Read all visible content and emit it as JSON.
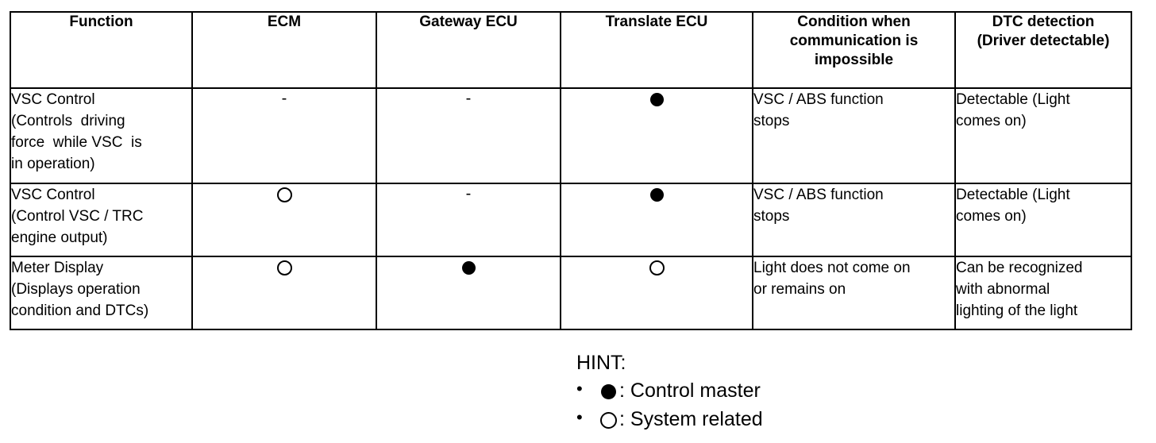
{
  "table": {
    "columns": [
      "Function",
      "ECM",
      "Gateway ECU",
      "Translate ECU",
      "Condition when communication is impossible",
      "DTC detection (Driver detectable)"
    ],
    "column_header_lines": [
      [
        "Function"
      ],
      [
        "ECM"
      ],
      [
        "Gateway ECU"
      ],
      [
        "Translate ECU"
      ],
      [
        "Condition when",
        "communication is",
        "impossible"
      ],
      [
        "DTC detection",
        "(Driver detectable)"
      ]
    ],
    "rows": [
      {
        "function_lines": [
          "VSC Control",
          "(Controls  driving",
          "force  while VSC  is",
          "in operation)"
        ],
        "ecm": "-",
        "gateway_ecu": "-",
        "translate_ecu": "filled-circle",
        "condition_lines": [
          "VSC / ABS function",
          "stops"
        ],
        "dtc_lines": [
          "Detectable (Light",
          "comes on)"
        ]
      },
      {
        "function_lines": [
          "VSC Control",
          "(Control VSC / TRC",
          "engine output)"
        ],
        "ecm": "open-circle",
        "gateway_ecu": "-",
        "translate_ecu": "filled-circle",
        "condition_lines": [
          "VSC / ABS function",
          "stops"
        ],
        "dtc_lines": [
          "Detectable (Light",
          "comes on)"
        ]
      },
      {
        "function_lines": [
          "Meter Display",
          "(Displays operation",
          "condition and DTCs)"
        ],
        "ecm": "open-circle",
        "gateway_ecu": "filled-circle",
        "translate_ecu": "open-circle",
        "condition_lines": [
          "Light does not come on",
          "or remains on"
        ],
        "dtc_lines": [
          "Can be recognized",
          "with abnormal",
          "lighting of the light"
        ]
      }
    ]
  },
  "hint": {
    "title": "HINT:",
    "bullet": "•",
    "items": [
      {
        "symbol": "filled-circle",
        "text": ": Control master"
      },
      {
        "symbol": "open-circle",
        "text": ": System related"
      }
    ]
  },
  "colors": {
    "ink": "#000000",
    "paper": "#ffffff"
  }
}
